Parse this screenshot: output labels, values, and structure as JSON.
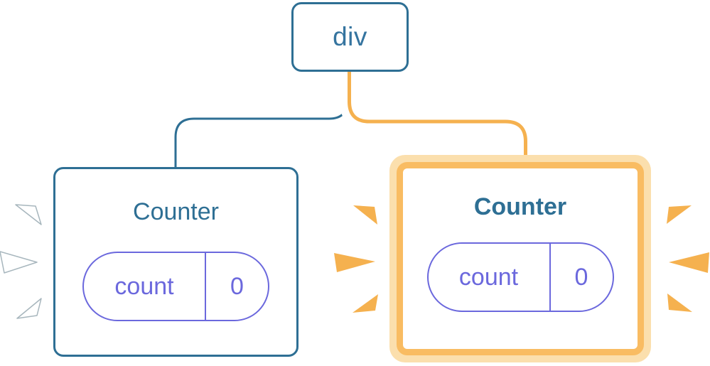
{
  "diagram": {
    "description": "React component tree: one div parent with two Counter children; second Counter is highlighted as re-rendering",
    "root": {
      "label": "div"
    },
    "children": [
      {
        "title": "Counter",
        "highlighted": false,
        "state": {
          "key": "count",
          "value": "0"
        }
      },
      {
        "title": "Counter",
        "highlighted": true,
        "state": {
          "key": "count",
          "value": "0"
        }
      }
    ]
  },
  "colors": {
    "node_blue": "#2E6F94",
    "label_blue": "#35749F",
    "state_purple": "#6B68DD",
    "highlight_orange": "#F5B14F",
    "highlight_border_orange": "#F9BC62",
    "highlight_peach": "#FBDFAD",
    "spark_gray_edge": "#A7B6BD",
    "background": "#FFFFFF"
  }
}
